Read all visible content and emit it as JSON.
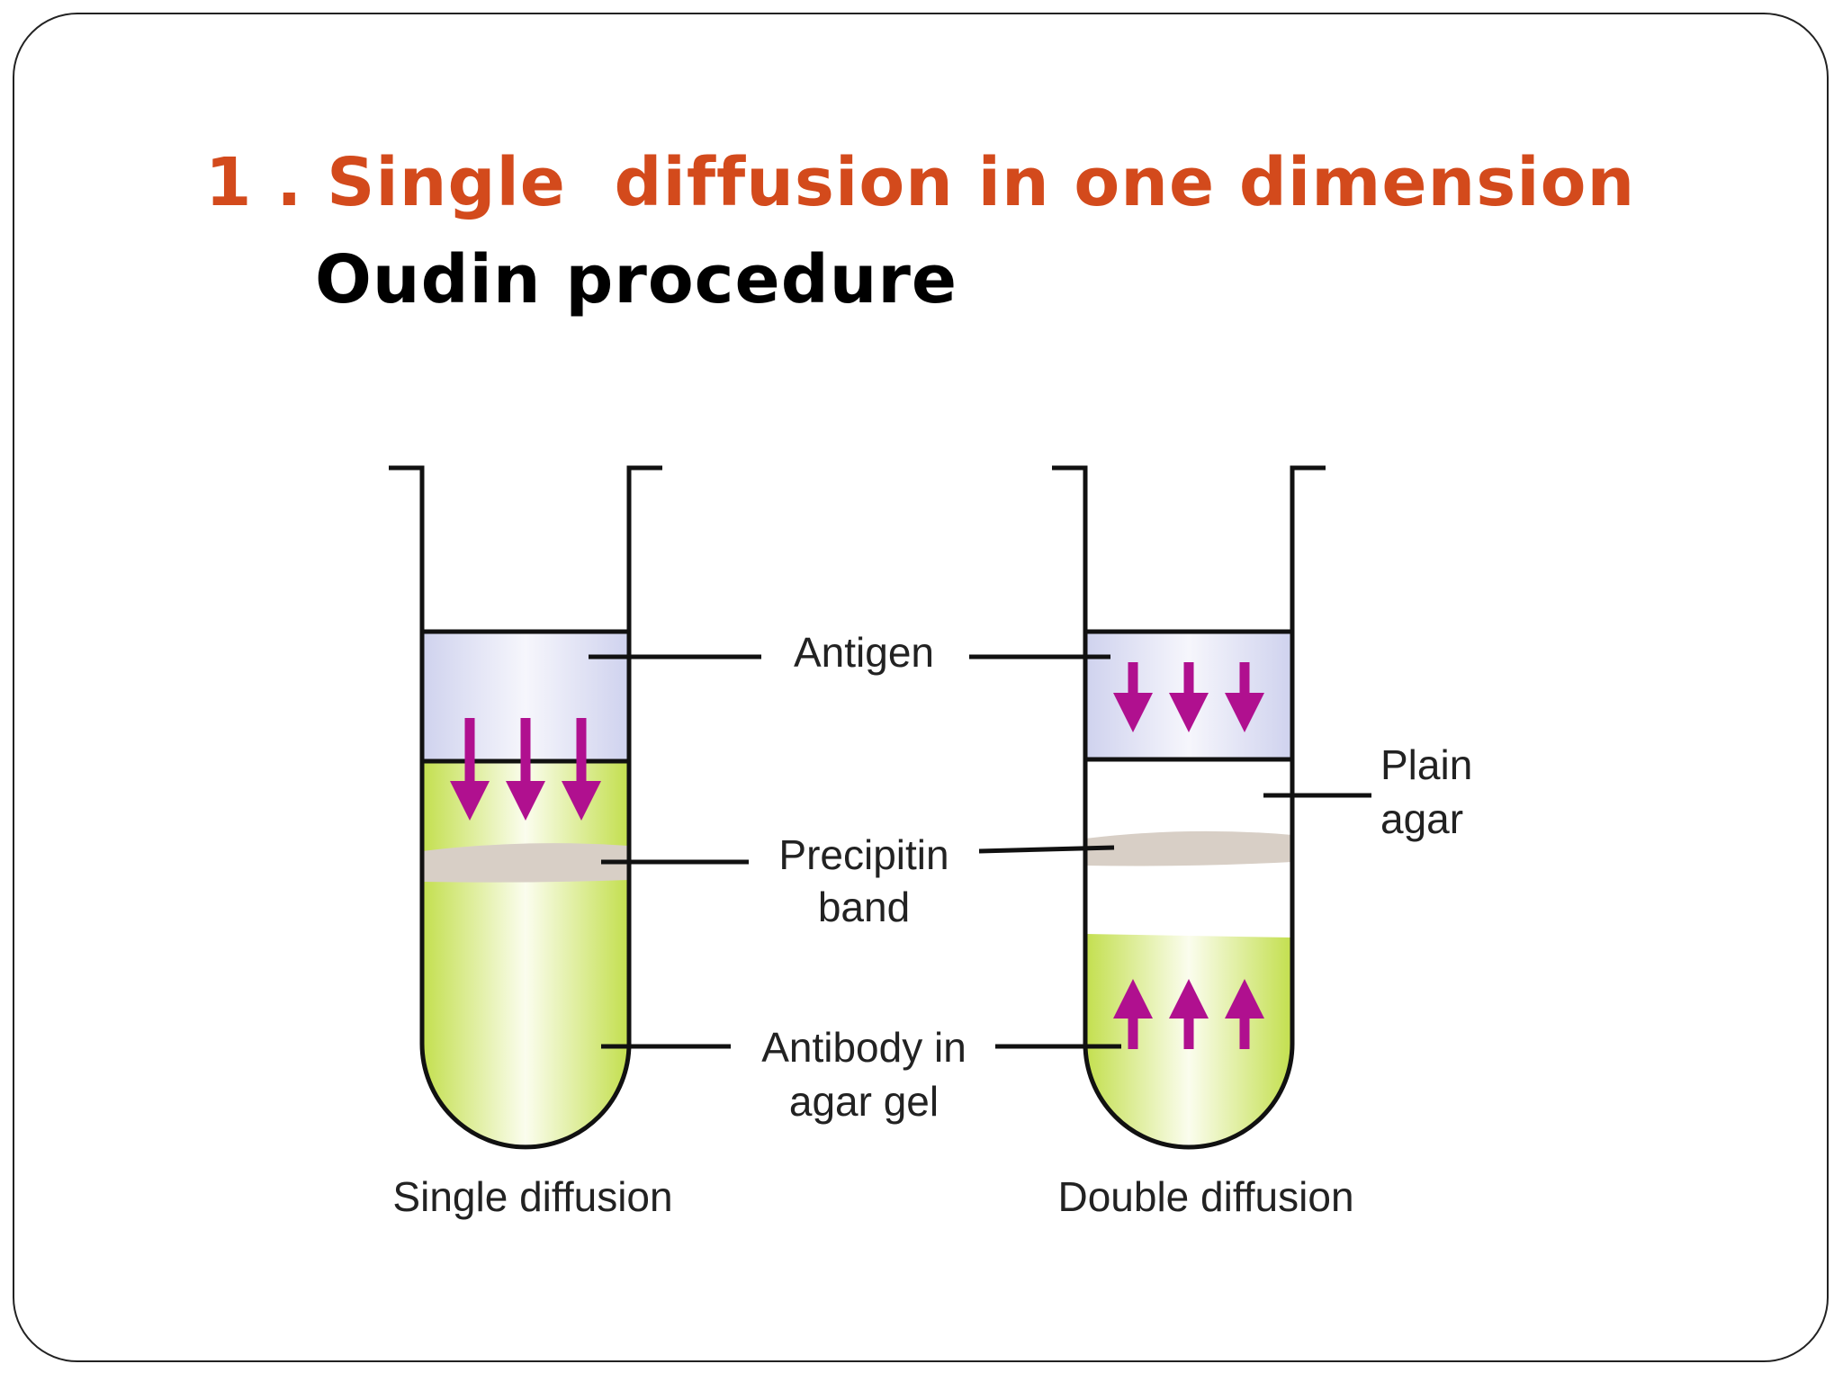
{
  "slide": {
    "title": "1 . Single  diffusion in one dimension",
    "subtitle": "Oudin procedure"
  },
  "diagram": {
    "labels": {
      "antigen": "Antigen",
      "plain_agar_line1": "Plain",
      "plain_agar_line2": "agar",
      "precipitin_line1": "Precipitin",
      "precipitin_line2": "band",
      "antibody_line1": "Antibody in",
      "antibody_line2": "agar gel"
    },
    "captions": {
      "single": "Single diffusion",
      "double": "Double diffusion"
    }
  },
  "colors": {
    "title": "#d34a1c",
    "subtitle": "#000000",
    "antigen_fill": "#d9dcf2",
    "agar_gel": "#c9e35a",
    "precipitin_band": "#d8cfc6",
    "arrow": "#b0108f"
  }
}
